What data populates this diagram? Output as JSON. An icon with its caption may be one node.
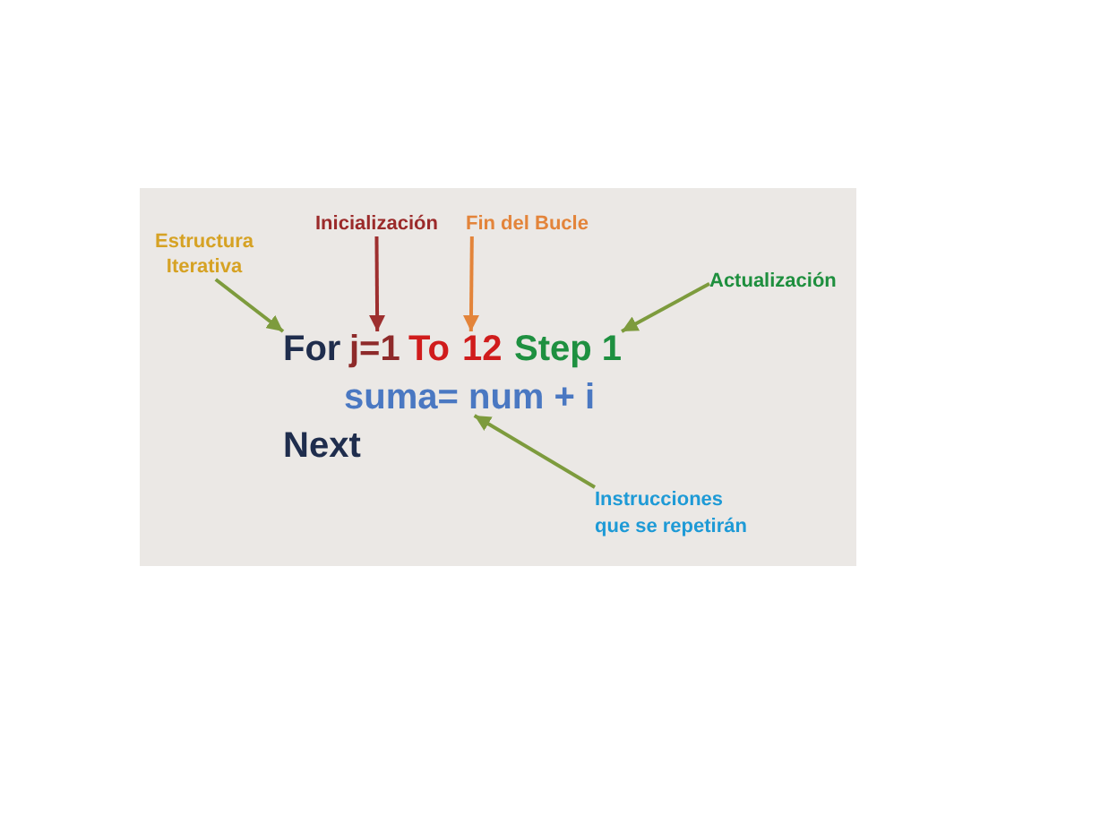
{
  "diagram": {
    "nodes": [
      {
        "text": [
          "Estructura Iterativa"
        ]
      },
      {
        "text": [
          "Inicialización"
        ]
      },
      {
        "text": [
          "Fin del Bucle"
        ]
      },
      {
        "text": [
          "Actualización"
        ]
      },
      {
        "text": [
          "For"
        ]
      },
      {
        "text": [
          "j=1"
        ]
      },
      {
        "text": [
          "12"
        ]
      },
      {
        "text": [
          "Step 1"
        ]
      },
      {
        "text": [
          "suma= num + i"
        ]
      },
      {
        "text": [
          "Instrucciones que se repetirán"
        ]
      }
    ],
    "edges": [
      {
        "from": 0,
        "to": 4,
        "arrow": "to"
      },
      {
        "from": 1,
        "to": 5,
        "arrow": "to",
        "color": "#9e2f2f"
      },
      {
        "from": 2,
        "to": 6,
        "arrow": "to",
        "color": "#e3843a"
      },
      {
        "from": 3,
        "to": 7,
        "arrow": "to"
      },
      {
        "from": 9,
        "to": 8,
        "arrow": "to"
      }
    ],
    "labels": [
      "To",
      "Next"
    ]
  }
}
